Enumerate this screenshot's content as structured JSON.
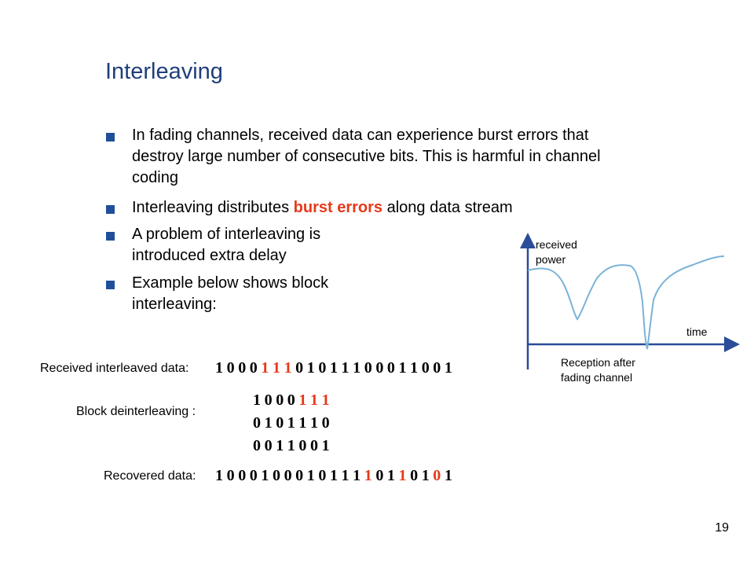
{
  "slide": {
    "title": "Interleaving",
    "page_number": "19",
    "colors": {
      "title": "#1f3f7a",
      "bullet_marker": "#1f4f99",
      "highlight": "#e63a1a",
      "curve": "#7ab3d8",
      "axes": "#2a4c99"
    }
  },
  "bullets": [
    {
      "line1": "In fading channels, received data can experience burst errors that",
      "line2": "destroy large number of consecutive bits. This is harmful in channel",
      "line3": "coding"
    },
    {
      "before": "Interleaving distributes ",
      "highlight": "burst errors",
      "after": " along data stream"
    },
    {
      "line1": "A problem of interleaving is",
      "line2": "introduced extra delay"
    },
    {
      "line1": "Example below shows block",
      "line2": "interleaving:"
    }
  ],
  "received": {
    "label": "Received interleaved data:",
    "bits": [
      "1",
      "0",
      "0",
      "0",
      "1",
      "1",
      "1",
      "0",
      "1",
      "0",
      "1",
      "1",
      "1",
      "0",
      "0",
      "0",
      "1",
      "1",
      "0",
      "0",
      "1"
    ],
    "red_indices": [
      4,
      5,
      6
    ]
  },
  "deinterleave": {
    "label": "Block deinterleaving :",
    "rows": [
      {
        "bits": [
          "1",
          "0",
          "0",
          "0",
          "1",
          "1",
          "1"
        ],
        "red_indices": [
          4,
          5,
          6
        ]
      },
      {
        "bits": [
          "0",
          "1",
          "0",
          "1",
          "1",
          "1",
          "0"
        ],
        "red_indices": []
      },
      {
        "bits": [
          "0",
          "0",
          "1",
          "1",
          "0",
          "0",
          "1"
        ],
        "red_indices": []
      }
    ]
  },
  "recovered": {
    "label": "Recovered data:",
    "bits": [
      "1",
      "0",
      "0",
      "0",
      "1",
      "0",
      "0",
      "0",
      "1",
      "0",
      "1",
      "1",
      "1",
      "1",
      "0",
      "1",
      "1",
      "0",
      "1",
      "0",
      "1"
    ],
    "red_indices": [
      13,
      16,
      19
    ]
  },
  "figure": {
    "y_axis_label_line1": "received",
    "y_axis_label_line2": "power",
    "x_axis_label": "time",
    "caption_line1": "Reception after",
    "caption_line2": "fading channel"
  }
}
